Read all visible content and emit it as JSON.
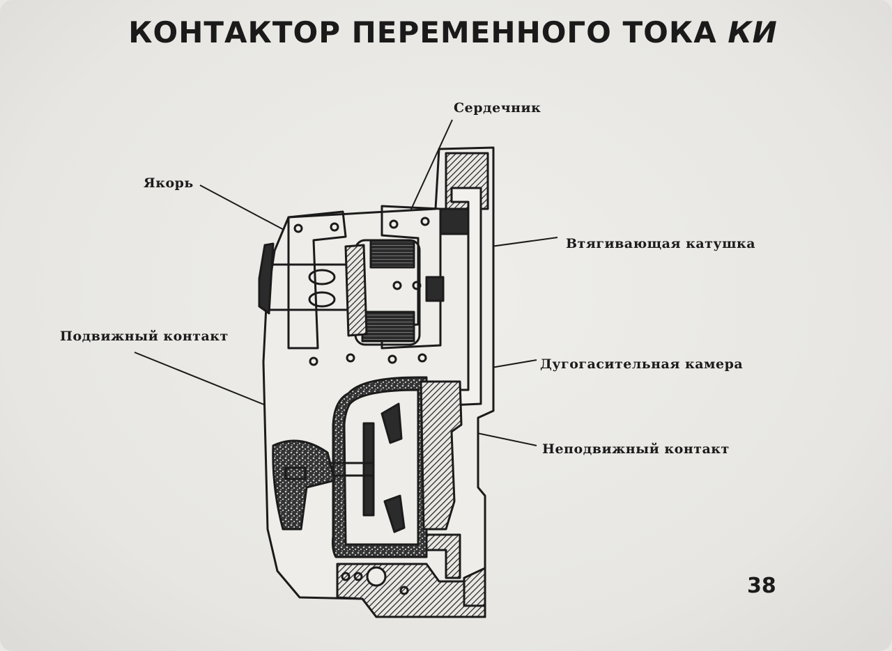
{
  "title": {
    "main": "КОНТАКТОР ПЕРЕМЕННОГО ТОКА",
    "suffix": "КИ"
  },
  "labels": {
    "core": "Сердечник",
    "armature": "Якорь",
    "pull_coil": "Втягивающая катушка",
    "moving_contact": "Подвижный контакт",
    "arc_chamber": "Дугогасительная камера",
    "fixed_contact": "Неподвижный контакт"
  },
  "page_number": "38",
  "colors": {
    "ink": "#1b1b1b",
    "paper": "#e9e8e4"
  }
}
